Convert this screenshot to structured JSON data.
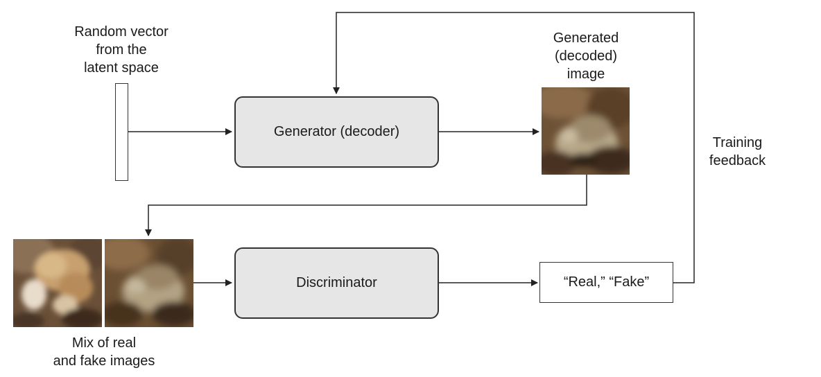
{
  "labels": {
    "latent": [
      "Random vector",
      "from the",
      "latent space"
    ],
    "generated": [
      "Generated",
      "(decoded)",
      "image"
    ],
    "mix": [
      "Mix of real",
      "and fake images"
    ],
    "feedback": [
      "Training",
      "feedback"
    ]
  },
  "nodes": {
    "generator": "Generator (decoder)",
    "discriminator": "Discriminator",
    "output": "“Real,” “Fake”"
  },
  "colors": {
    "box_fill": "#e6e6e6",
    "line": "#222222"
  }
}
